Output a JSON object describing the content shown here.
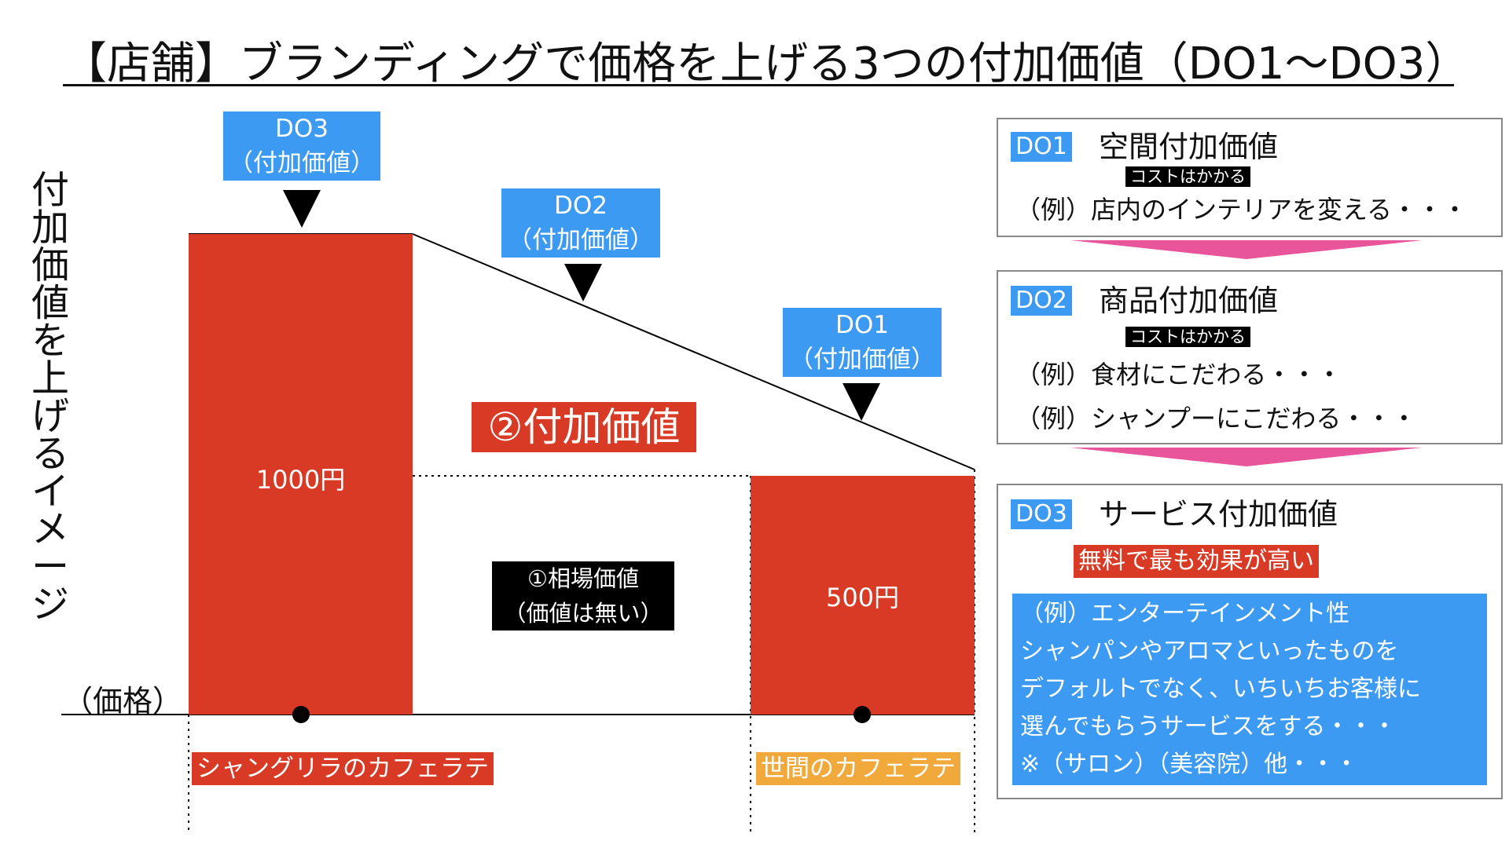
{
  "title": "【店舗】ブランディングで価格を上げる3つの付加価値（DO1〜DO3）",
  "y_axis_label": [
    "付",
    "加",
    "価",
    "値",
    "を",
    "上",
    "げ",
    "る",
    "イ",
    "メ",
    "ー",
    "ジ"
  ],
  "price_label": "（価格）",
  "colors": {
    "red": "#d93a26",
    "blue": "#3d9af2",
    "orange": "#f0a93a",
    "pink": "#e8559a",
    "black": "#000000"
  },
  "bars": [
    {
      "label": "1000円",
      "value": 1000,
      "product": "シャングリラのカフェラテ",
      "product_color": "#d93a26"
    },
    {
      "label": "500円",
      "value": 500,
      "product": "世間のカフェラテ",
      "product_color": "#f0a93a"
    }
  ],
  "do_tags": [
    {
      "code": "DO3",
      "sub": "（付加価値）"
    },
    {
      "code": "DO2",
      "sub": "（付加価値）"
    },
    {
      "code": "DO1",
      "sub": "（付加価値）"
    }
  ],
  "added_value_label": "②付加価値",
  "market_value": {
    "line1": "①相場価値",
    "line2": "（価値は無い）"
  },
  "panels": [
    {
      "code": "DO1",
      "title": "空間付加価値",
      "cost": "コストはかかる",
      "examples": [
        "（例）店内のインテリアを変える・・・"
      ]
    },
    {
      "code": "DO2",
      "title": "商品付加価値",
      "cost": "コストはかかる",
      "examples": [
        "（例）食材にこだわる・・・",
        "（例）シャンプーにこだわる・・・"
      ]
    },
    {
      "code": "DO3",
      "title": "サービス付加価値",
      "highlight": "無料で最も効果が高い",
      "lines": [
        "（例）エンターテインメント性",
        "シャンパンやアロマといったものを",
        "デフォルトでなく、いちいちお客様に",
        "選んでもらうサービスをする・・・",
        "※（サロン）（美容院）他・・・"
      ]
    }
  ]
}
